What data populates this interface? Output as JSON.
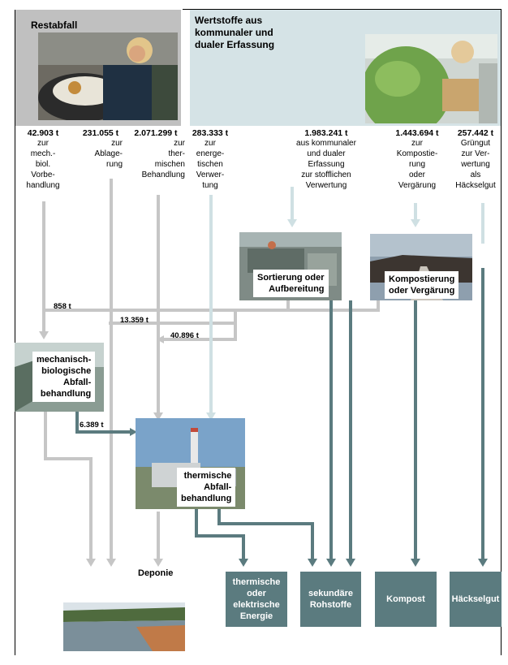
{
  "headers": {
    "restabfall": "Restabfall",
    "wertstoffe_line1": "Wertstoffe aus",
    "wertstoffe_line2": "kommunaler und",
    "wertstoffe_line3": "dualer Erfassung"
  },
  "streams": [
    {
      "amount": "42.903 t",
      "lines": [
        "zur",
        "mech.-",
        "biol.",
        "Vorbe-",
        "handlung"
      ]
    },
    {
      "amount": "231.055 t",
      "lines": [
        "zur",
        "Ablage-",
        "rung"
      ]
    },
    {
      "amount": "2.071.299 t",
      "lines": [
        "zur",
        "ther-",
        "mischen",
        "Behandlung"
      ]
    },
    {
      "amount": "283.333 t",
      "lines": [
        "zur",
        "energe-",
        "tischen",
        "Verwer-",
        "tung"
      ]
    },
    {
      "amount": "1.983.241 t",
      "lines": [
        "aus kommunaler",
        "und dualer",
        "Erfassung",
        "zur stofflichen",
        "Verwertung"
      ]
    },
    {
      "amount": "1.443.694 t",
      "lines": [
        "zur",
        "Kompostie-",
        "rung",
        "oder",
        "Vergärung"
      ]
    },
    {
      "amount": "257.442 t",
      "lines": [
        "Grüngut",
        "zur Ver-",
        "wertung",
        "als",
        "Häckselgut"
      ]
    }
  ],
  "flows": {
    "f858": "858 t",
    "f13359": "13.359 t",
    "f40896": "40.896 t",
    "f6389": "6.389 t"
  },
  "facilities": {
    "sortierung": {
      "line1": "Sortierung oder",
      "line2": "Aufbereitung"
    },
    "kompostierung": {
      "line1": "Kompostierung",
      "line2": "oder Vergärung"
    },
    "mba": {
      "line1": "mechanisch-",
      "line2": "biologische",
      "line3": "Abfall-",
      "line4": "behandlung"
    },
    "thermisch": {
      "line1": "thermische",
      "line2": "Abfall-",
      "line3": "behandlung"
    }
  },
  "deponie": "Deponie",
  "outputs": {
    "energie": [
      "thermische",
      "oder",
      "elektrische",
      "Energie"
    ],
    "rohstoffe": [
      "sekundäre",
      "Rohstoffe"
    ],
    "kompost": [
      "Kompost"
    ],
    "haeckselgut": [
      "Häckselgut"
    ]
  },
  "colors": {
    "gray_panel": "#c0c0c0",
    "light_blue_panel": "#d5e3e6",
    "gray_flow": "#c6c6c6",
    "light_blue_flow": "#cfe0e3",
    "dark_flow": "#5b7b7f",
    "output_box": "#5b7b7f"
  }
}
